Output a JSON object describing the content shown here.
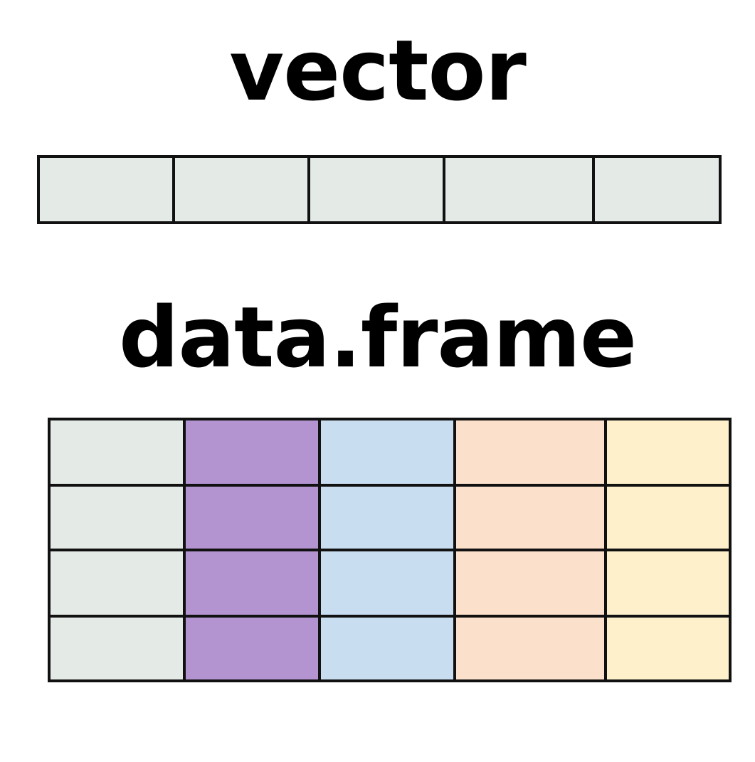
{
  "vector": {
    "title": "vector",
    "cells": 5,
    "fill": "#e4ebe7"
  },
  "data_frame": {
    "title": "data.frame",
    "rows": 4,
    "columns": [
      {
        "fill": "#e4ebe7"
      },
      {
        "fill": "#b394d0"
      },
      {
        "fill": "#c9ddf1"
      },
      {
        "fill": "#fbe0cb"
      },
      {
        "fill": "#fdf0ca"
      }
    ]
  },
  "colors": {
    "grid_line": "#111111",
    "text": "#000000",
    "background": "#ffffff"
  }
}
